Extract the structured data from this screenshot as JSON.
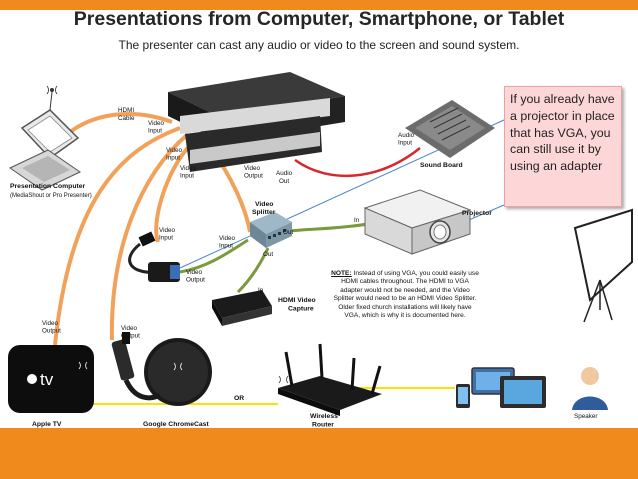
{
  "title": "Presentations from Computer, Smartphone, or Tablet",
  "subtitle": "The presenter can cast any audio or video to the screen and sound system.",
  "callout": "If you already have a projector in place that has VGA, you can still use it by using an adapter",
  "note": {
    "prefix": "NOTE:",
    "body": "Instead of using VGA, you could easily use HDMI cables throughout. The HDMI to VGA adapter would not be needed, and the Video Splitter would need to be an HDMI Video Splitter. Older fixed church installations will likely have VGA, which is why it is documented here."
  },
  "labels": {
    "hdmi_cable": [
      "HDMI",
      "Cable"
    ],
    "video_input_1": [
      "Video",
      "Input"
    ],
    "video_input_2": [
      "Video",
      "Input"
    ],
    "video_input_3": [
      "Video",
      "Input"
    ],
    "video_output_switch": [
      "Video",
      "Output"
    ],
    "audio_output": [
      "Audio",
      "Out"
    ],
    "audio_input": [
      "Audio",
      "Input"
    ],
    "sound_board": "Sound Board",
    "video_splitter": [
      "Video",
      "Splitter"
    ],
    "splitter_input": [
      "Video",
      "Input"
    ],
    "splitter_out_1": "Out",
    "splitter_out_2": "Out",
    "projector_in": "In",
    "projector": "Projector",
    "adapter_video_input": [
      "Video",
      "Input"
    ],
    "adapter_video_output": [
      "Video",
      "Output"
    ],
    "capture_in": "In",
    "hdmi_video_capture": [
      "HDMI Video",
      "Capture"
    ],
    "presentation_computer": "Presentation Computer",
    "presentation_computer_sub": "(MediaShout or Pro Presenter)",
    "appletv_video_output": [
      "Video",
      "Output"
    ],
    "chromecast_video_output": [
      "Video",
      "Output"
    ],
    "apple_tv": "Apple TV",
    "apple_tv_logo": "tv",
    "google_chromecast": "Google ChromeCast",
    "or": "OR",
    "wireless_router": [
      "Wireless",
      "Router"
    ],
    "speaker": "Speaker"
  },
  "colors": {
    "bars": "#f08a1c",
    "hdmi_cable": "#f2a15a",
    "audio_cable": "#d9262b",
    "green_cable": "#7a9a3c",
    "blue_line": "#4a86c8",
    "wifi_arrow": "#f4e600",
    "callout_bg": "#fdd7d7"
  }
}
